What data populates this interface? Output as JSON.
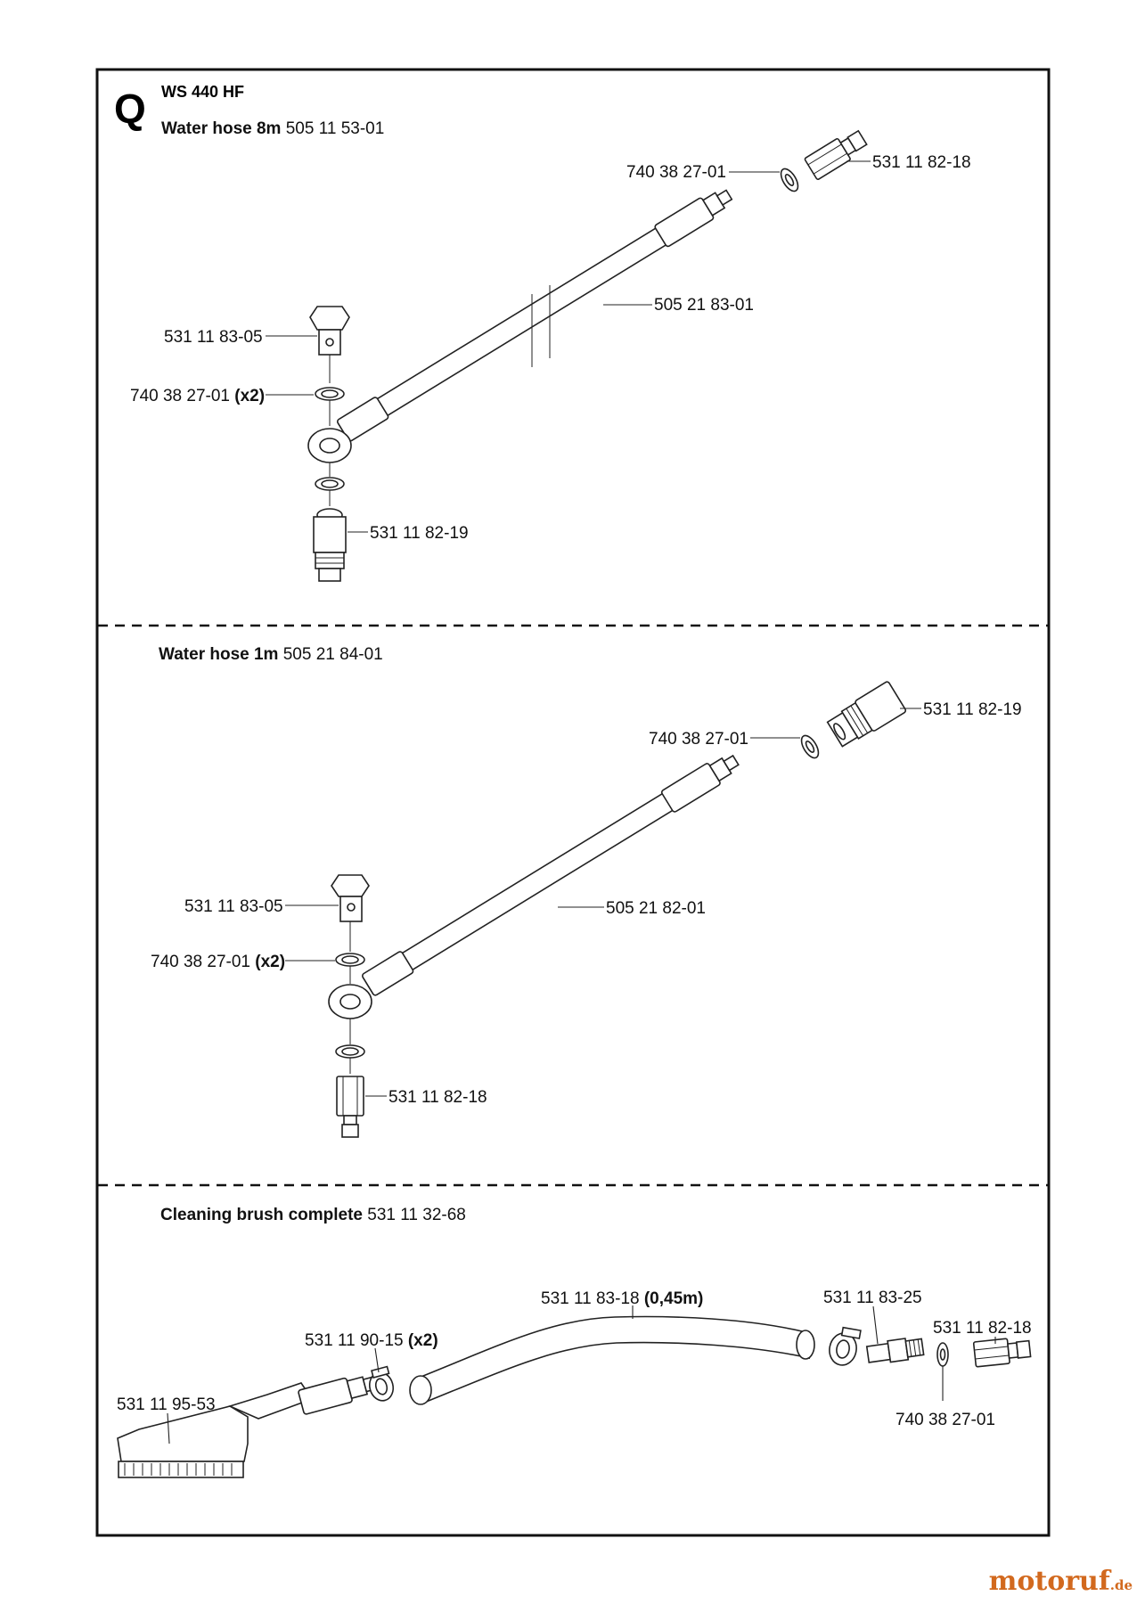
{
  "header": {
    "letter": "Q",
    "model": "WS 440 HF"
  },
  "sections": [
    {
      "title": "Water hose 8m",
      "number": "505 11 53-01",
      "parts": {
        "a": {
          "num": "740 38 27-01",
          "qty": ""
        },
        "b": {
          "num": "531 11 82-18",
          "qty": ""
        },
        "c": {
          "num": "505 21 83-01",
          "qty": ""
        },
        "d": {
          "num": "531 11 83-05",
          "qty": ""
        },
        "e": {
          "num": "740 38 27-01",
          "qty": "(x2)"
        },
        "f": {
          "num": "531 11 82-19",
          "qty": ""
        }
      }
    },
    {
      "title": "Water hose 1m",
      "number": "505 21 84-01",
      "parts": {
        "a": {
          "num": "531 11 82-19",
          "qty": ""
        },
        "b": {
          "num": "740 38 27-01",
          "qty": ""
        },
        "c": {
          "num": "505 21 82-01",
          "qty": ""
        },
        "d": {
          "num": "531 11 83-05",
          "qty": ""
        },
        "e": {
          "num": "740 38 27-01",
          "qty": "(x2)"
        },
        "f": {
          "num": "531 11 82-18",
          "qty": ""
        }
      }
    },
    {
      "title": "Cleaning brush complete",
      "number": "531 11 32-68",
      "parts": {
        "a": {
          "num": "531 11 83-18",
          "qty": "(0,45m)"
        },
        "b": {
          "num": "531 11 83-25",
          "qty": ""
        },
        "c": {
          "num": "531 11 82-18",
          "qty": ""
        },
        "d": {
          "num": "531 11 90-15",
          "qty": "(x2)"
        },
        "e": {
          "num": "531 11 95-53",
          "qty": ""
        },
        "f": {
          "num": "740 38 27-01",
          "qty": ""
        }
      }
    }
  ],
  "watermark": {
    "name": "motoruf",
    "suffix": ".de",
    "color": "#d2691e"
  }
}
